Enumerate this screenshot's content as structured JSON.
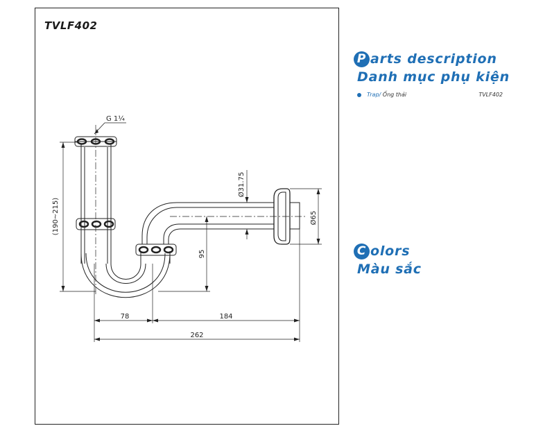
{
  "model": "TVLF402",
  "drawing": {
    "thread_label": "G 1¼",
    "dims": {
      "height_range": "(190~215)",
      "pipe_diameter": "Ø31.75",
      "flange_diameter": "Ø65",
      "trap_depth": "95",
      "width_78": "78",
      "width_184": "184",
      "width_262": "262"
    }
  },
  "parts_section": {
    "initial": "P",
    "title_rest": "arts description",
    "title_vn": "Danh mục phụ kiện",
    "items": [
      {
        "name_en": "Trap/",
        "name_vn": " Ống thải",
        "code": "TVLF402"
      }
    ]
  },
  "colors_section": {
    "initial": "C",
    "title_rest": "olors",
    "title_vn": "Màu sắc"
  },
  "palette": {
    "accent": "#1f6fb5",
    "line": "#222222"
  }
}
